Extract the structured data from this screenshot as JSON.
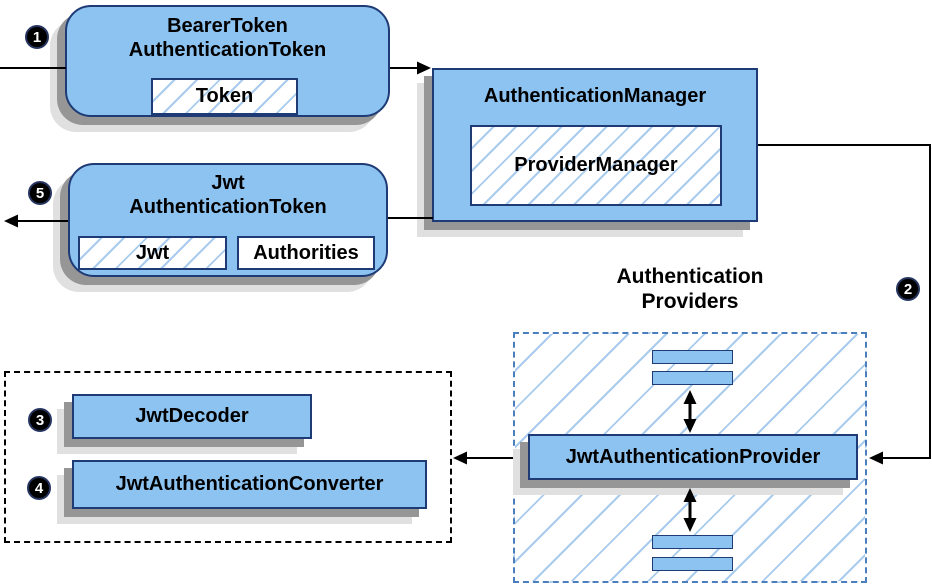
{
  "diagram": {
    "colors": {
      "node_fill": "#8dc3f1",
      "node_border": "#1f3b75",
      "hatch_line": "#a8cbee",
      "group_dashed_border": "#4a7ebc",
      "dotted_box_border": "#000000",
      "connector": "#000000",
      "shadow_dark": "#969696",
      "shadow_light": "#e0e0e0",
      "step_badge_bg": "#000000",
      "step_badge_text": "#ffffff"
    },
    "nodes": {
      "bearer_token": {
        "line1": "BearerToken",
        "line2": "AuthenticationToken"
      },
      "token_field": "Token",
      "authentication_manager": "AuthenticationManager",
      "provider_manager": "ProviderManager",
      "jwt_token": {
        "line1": "Jwt",
        "line2": "AuthenticationToken"
      },
      "jwt_field": "Jwt",
      "authorities_field": "Authorities",
      "providers_group": {
        "line1": "Authentication",
        "line2": "Providers"
      },
      "jwt_authentication_provider": "JwtAuthenticationProvider",
      "jwt_decoder": "JwtDecoder",
      "jwt_authentication_converter": "JwtAuthenticationConverter"
    },
    "steps": {
      "step1": "1",
      "step2": "2",
      "step3": "3",
      "step4": "4",
      "step5": "5"
    }
  }
}
